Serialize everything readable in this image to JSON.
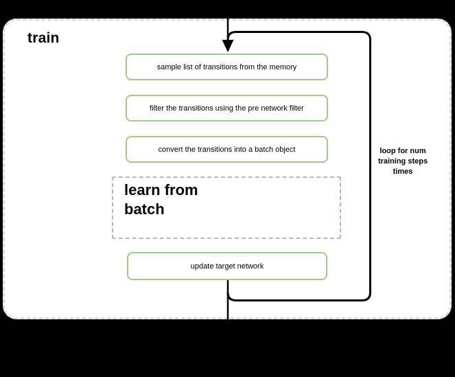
{
  "diagram": {
    "title": "train",
    "steps": [
      {
        "label": "sample list of transitions from the memory"
      },
      {
        "label": "filter the transitions using the pre network filter"
      },
      {
        "label": "convert the transitions into a batch object"
      }
    ],
    "sub_behavior": {
      "label": "learn from\nbatch"
    },
    "final_step": {
      "label": "update target network"
    },
    "loop_annotation": "loop for num\ntraining steps\ntimes",
    "colors": {
      "background": "#000000",
      "surface": "#ffffff",
      "step_border_green": "#9bce81",
      "container_dash_gray": "#dcdcdc",
      "sub_box_dash_gray": "#b7b7b7",
      "flow_stroke": "#000000"
    }
  }
}
